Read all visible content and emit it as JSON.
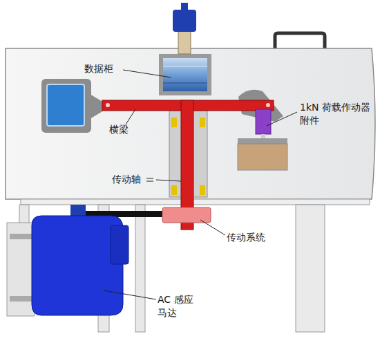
{
  "diagram": {
    "labels": [
      "数据柜",
      "横梁",
      "1kN 荷载作动器 附件",
      "传动轴",
      "传动系统",
      "AC 感应 马达"
    ]
  }
}
